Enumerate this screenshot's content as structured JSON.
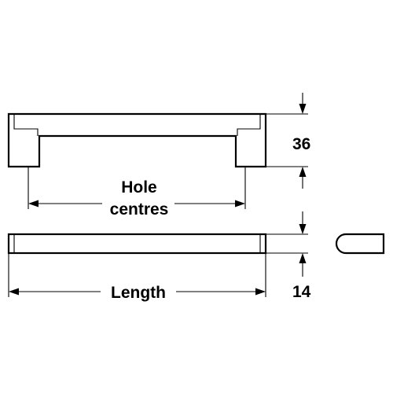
{
  "labels": {
    "height_value": "36",
    "hole_centres_line1": "Hole",
    "hole_centres_line2": "centres",
    "length": "Length",
    "width_value": "14"
  },
  "colors": {
    "line": "#000000",
    "background": "#ffffff"
  }
}
